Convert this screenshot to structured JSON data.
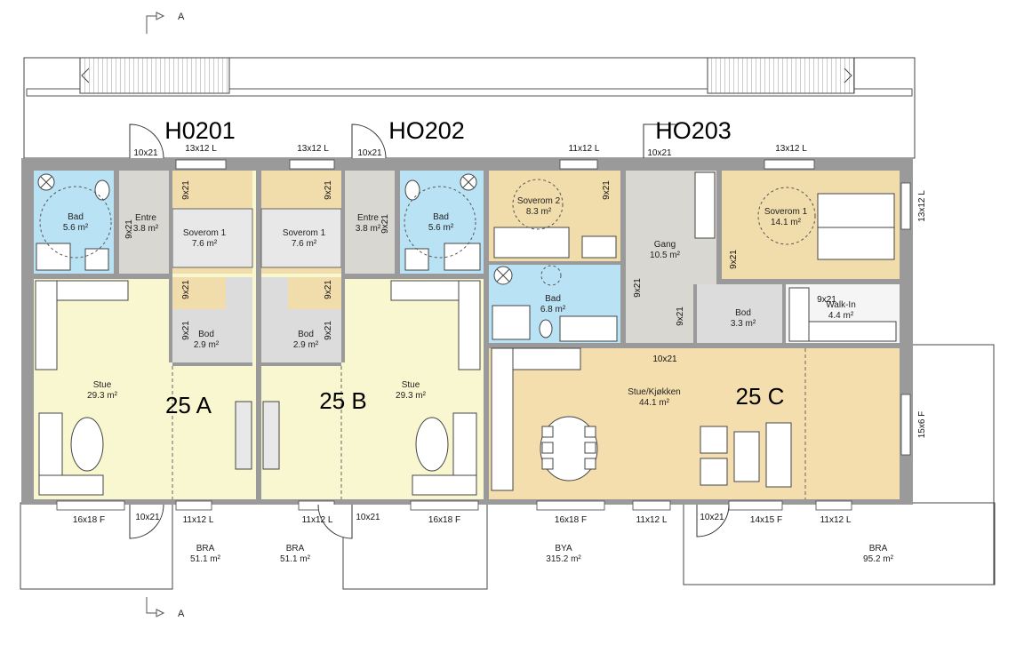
{
  "apartments": {
    "a": {
      "code": "H0201",
      "unit": "25 A"
    },
    "b": {
      "code": "HO202",
      "unit": "25 B"
    },
    "c": {
      "code": "HO203",
      "unit": "25 C"
    }
  },
  "rooms": {
    "a_bad": {
      "name": "Bad",
      "area": "5.6 m²"
    },
    "a_entre": {
      "name": "Entre",
      "area": "3.8 m²"
    },
    "a_soverom": {
      "name": "Soverom 1",
      "area": "7.6 m²"
    },
    "a_bod": {
      "name": "Bod",
      "area": "2.9 m²"
    },
    "a_stue": {
      "name": "Stue",
      "area": "29.3 m²"
    },
    "b_soverom": {
      "name": "Soverom 1",
      "area": "7.6 m²"
    },
    "b_entre": {
      "name": "Entre",
      "area": "3.8 m²"
    },
    "b_bad": {
      "name": "Bad",
      "area": "5.6 m²"
    },
    "b_bod": {
      "name": "Bod",
      "area": "2.9 m²"
    },
    "b_stue": {
      "name": "Stue",
      "area": "29.3 m²"
    },
    "c_soverom2": {
      "name": "Soverom 2",
      "area": "8.3 m²"
    },
    "c_gang": {
      "name": "Gang",
      "area": "10.5 m²"
    },
    "c_soverom1": {
      "name": "Soverom 1",
      "area": "14.1 m²"
    },
    "c_bad": {
      "name": "Bad",
      "area": "6.8 m²"
    },
    "c_bod": {
      "name": "Bod",
      "area": "3.3 m²"
    },
    "c_walkin": {
      "name": "Walk-In",
      "area": "4.4 m²"
    },
    "c_stue": {
      "name": "Stue/Kjøkken",
      "area": "44.1 m²"
    }
  },
  "summaries": {
    "bra_a": {
      "label": "BRA",
      "area": "51.1 m²"
    },
    "bra_b": {
      "label": "BRA",
      "area": "51.1 m²"
    },
    "bya": {
      "label": "BYA",
      "area": "315.2 m²"
    },
    "bra_c": {
      "label": "BRA",
      "area": "95.2 m²"
    }
  },
  "dims": {
    "d_top_a_door": "10x21",
    "d_top_a_win": "13x12 L",
    "d_top_b_win": "13x12 L",
    "d_top_b_door": "10x21",
    "d_top_c_win1": "11x12 L",
    "d_top_c_door": "10x21",
    "d_top_c_win2": "13x12 L",
    "d_right_win": "13x12 L",
    "d_right_win2": "15x6 F",
    "d_a_sov_door": "9x21",
    "d_a_entre_door": "9x21",
    "d_a_sov_door2": "9x21",
    "d_a_bod_door": "9x21",
    "d_b_sov_door": "9x21",
    "d_b_entre_door": "9x21",
    "d_b_sov_door2": "9x21",
    "d_b_bod_door": "9x21",
    "d_c_sov2_door": "9x21",
    "d_c_sov1_door": "9x21",
    "d_c_bad_door": "9x21",
    "d_c_bod_door": "9x21",
    "d_c_walkin_door": "9x21",
    "d_c_kitchen_door": "10x21",
    "d_bot_a_win": "16x18 F",
    "d_bot_a_door": "10x21",
    "d_bot_a_win2": "11x12 L",
    "d_bot_b_win": "11x12 L",
    "d_bot_b_door": "10x21",
    "d_bot_b_win2": "16x18 F",
    "d_bot_c_win1": "16x18 F",
    "d_bot_c_win2": "11x12 L",
    "d_bot_c_door": "10x21",
    "d_bot_c_win3": "14x15 F",
    "d_bot_c_win4": "11x12 L"
  },
  "section_marker": "A",
  "colors": {
    "bath": "#b9e3f4",
    "living_ac": "#f9f7cf",
    "living_c": "#f5deae",
    "bedroom": "#f1dcac",
    "hall": "#d9d7d2",
    "storage": "#dcdcdc",
    "wall": "#9a9a9a"
  }
}
